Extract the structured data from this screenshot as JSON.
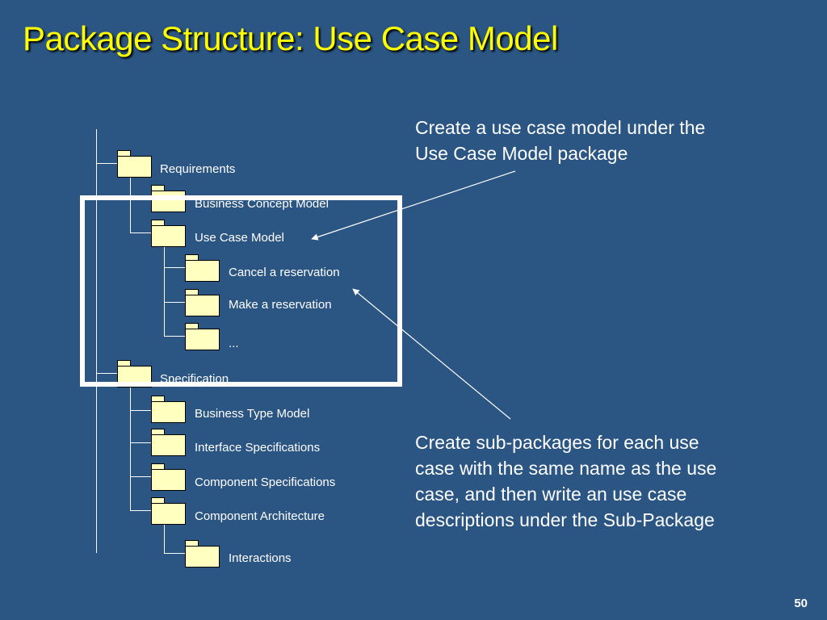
{
  "slide": {
    "title": "Package Structure: Use Case Model",
    "page_number": "50"
  },
  "packages": {
    "requirements": "Requirements",
    "business_concept_model": "Business Concept Model",
    "use_case_model": "Use Case Model",
    "cancel_reservation": "Cancel a reservation",
    "make_reservation": "Make a reservation",
    "ellipsis": "...",
    "specification": "Specification",
    "business_type_model": "Business Type Model",
    "interface_specifications": "Interface Specifications",
    "component_specifications": "Component Specifications",
    "component_architecture": "Component Architecture",
    "interactions": "Interactions"
  },
  "callouts": {
    "top_lines": [
      "Create a use case model under the",
      "Use Case Model package"
    ],
    "bottom_lines": [
      "Create sub-packages for each use",
      "case with the same name as the use",
      "case, and then write an use case",
      "descriptions under the Sub-Package"
    ]
  },
  "colors": {
    "background": "#2b5582",
    "title": "#ffff00",
    "folder_fill": "#ffffc0",
    "lines": "#ffffff"
  }
}
